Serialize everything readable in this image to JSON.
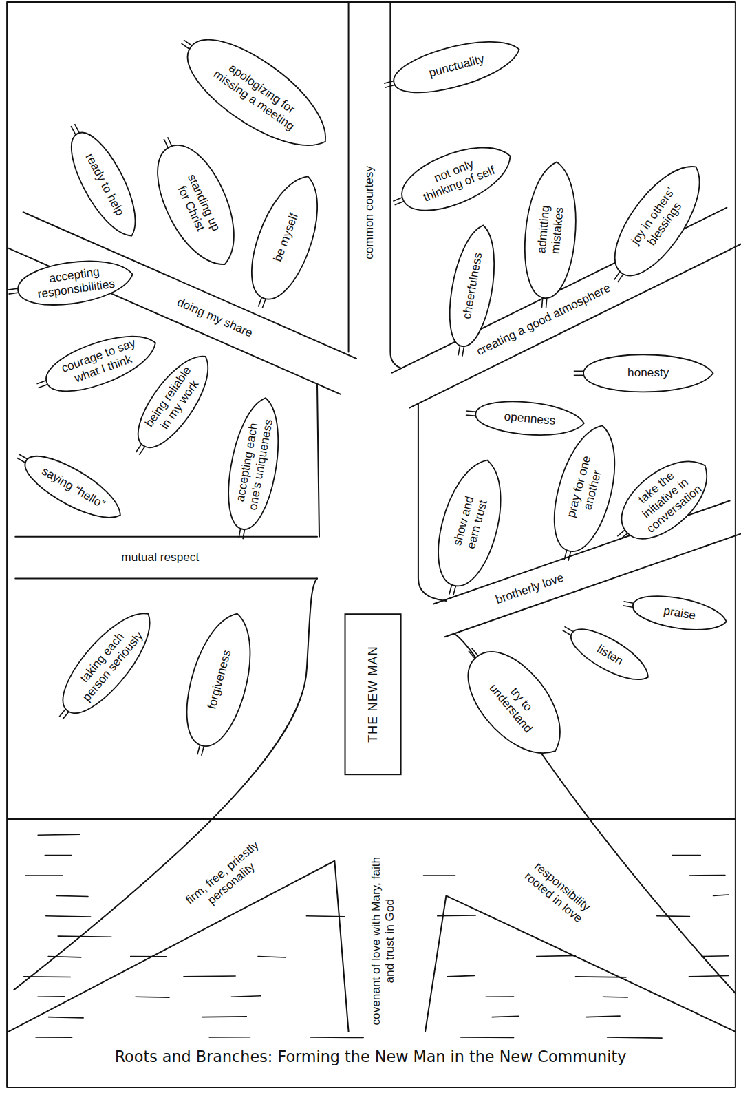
{
  "diagram": {
    "caption": "Roots and Branches: Forming the New Man in the New Community",
    "nodes": [
      {
        "text": [
          "apologizing for missing a meeting"
        ]
      },
      {
        "text": [
          "punctuality"
        ]
      },
      {
        "text": [
          "ready to help"
        ]
      },
      {
        "text": [
          "standing up for Christ"
        ]
      },
      {
        "text": [
          "be myself"
        ]
      },
      {
        "text": [
          "not only thinking of self"
        ]
      },
      {
        "text": [
          "cheerfulness"
        ]
      },
      {
        "text": [
          "admitting mistakes"
        ]
      },
      {
        "text": [
          "joy in others’ blessings"
        ]
      },
      {
        "text": [
          "accepting responsibilities"
        ]
      },
      {
        "text": [
          "courage to say what I think"
        ]
      },
      {
        "text": [
          "being reliable in my work"
        ]
      },
      {
        "text": [
          "accepting each one’s uniqueness"
        ]
      },
      {
        "text": [
          "saying “hello”"
        ]
      },
      {
        "text": [
          "honesty"
        ]
      },
      {
        "text": [
          "openness"
        ]
      },
      {
        "text": [
          "show and earn trust"
        ]
      },
      {
        "text": [
          "pray for one another"
        ]
      },
      {
        "text": [
          "take the initiative in conversation"
        ]
      },
      {
        "text": [
          "taking each person seriously"
        ]
      },
      {
        "text": [
          "forgiveness"
        ]
      },
      {
        "text": [
          "praise"
        ]
      },
      {
        "text": [
          "listen"
        ]
      },
      {
        "text": [
          "try to understand"
        ]
      },
      {
        "text": [
          "THE NEW MAN"
        ]
      }
    ],
    "labels": [
      "common courtesy",
      "doing my share",
      "creating a good atmosphere",
      "mutual respect",
      "brotherly love",
      "firm, free, priestly personality",
      "covenant of love with Mary, faith and trust in God",
      "responsibility rooted in love"
    ]
  }
}
